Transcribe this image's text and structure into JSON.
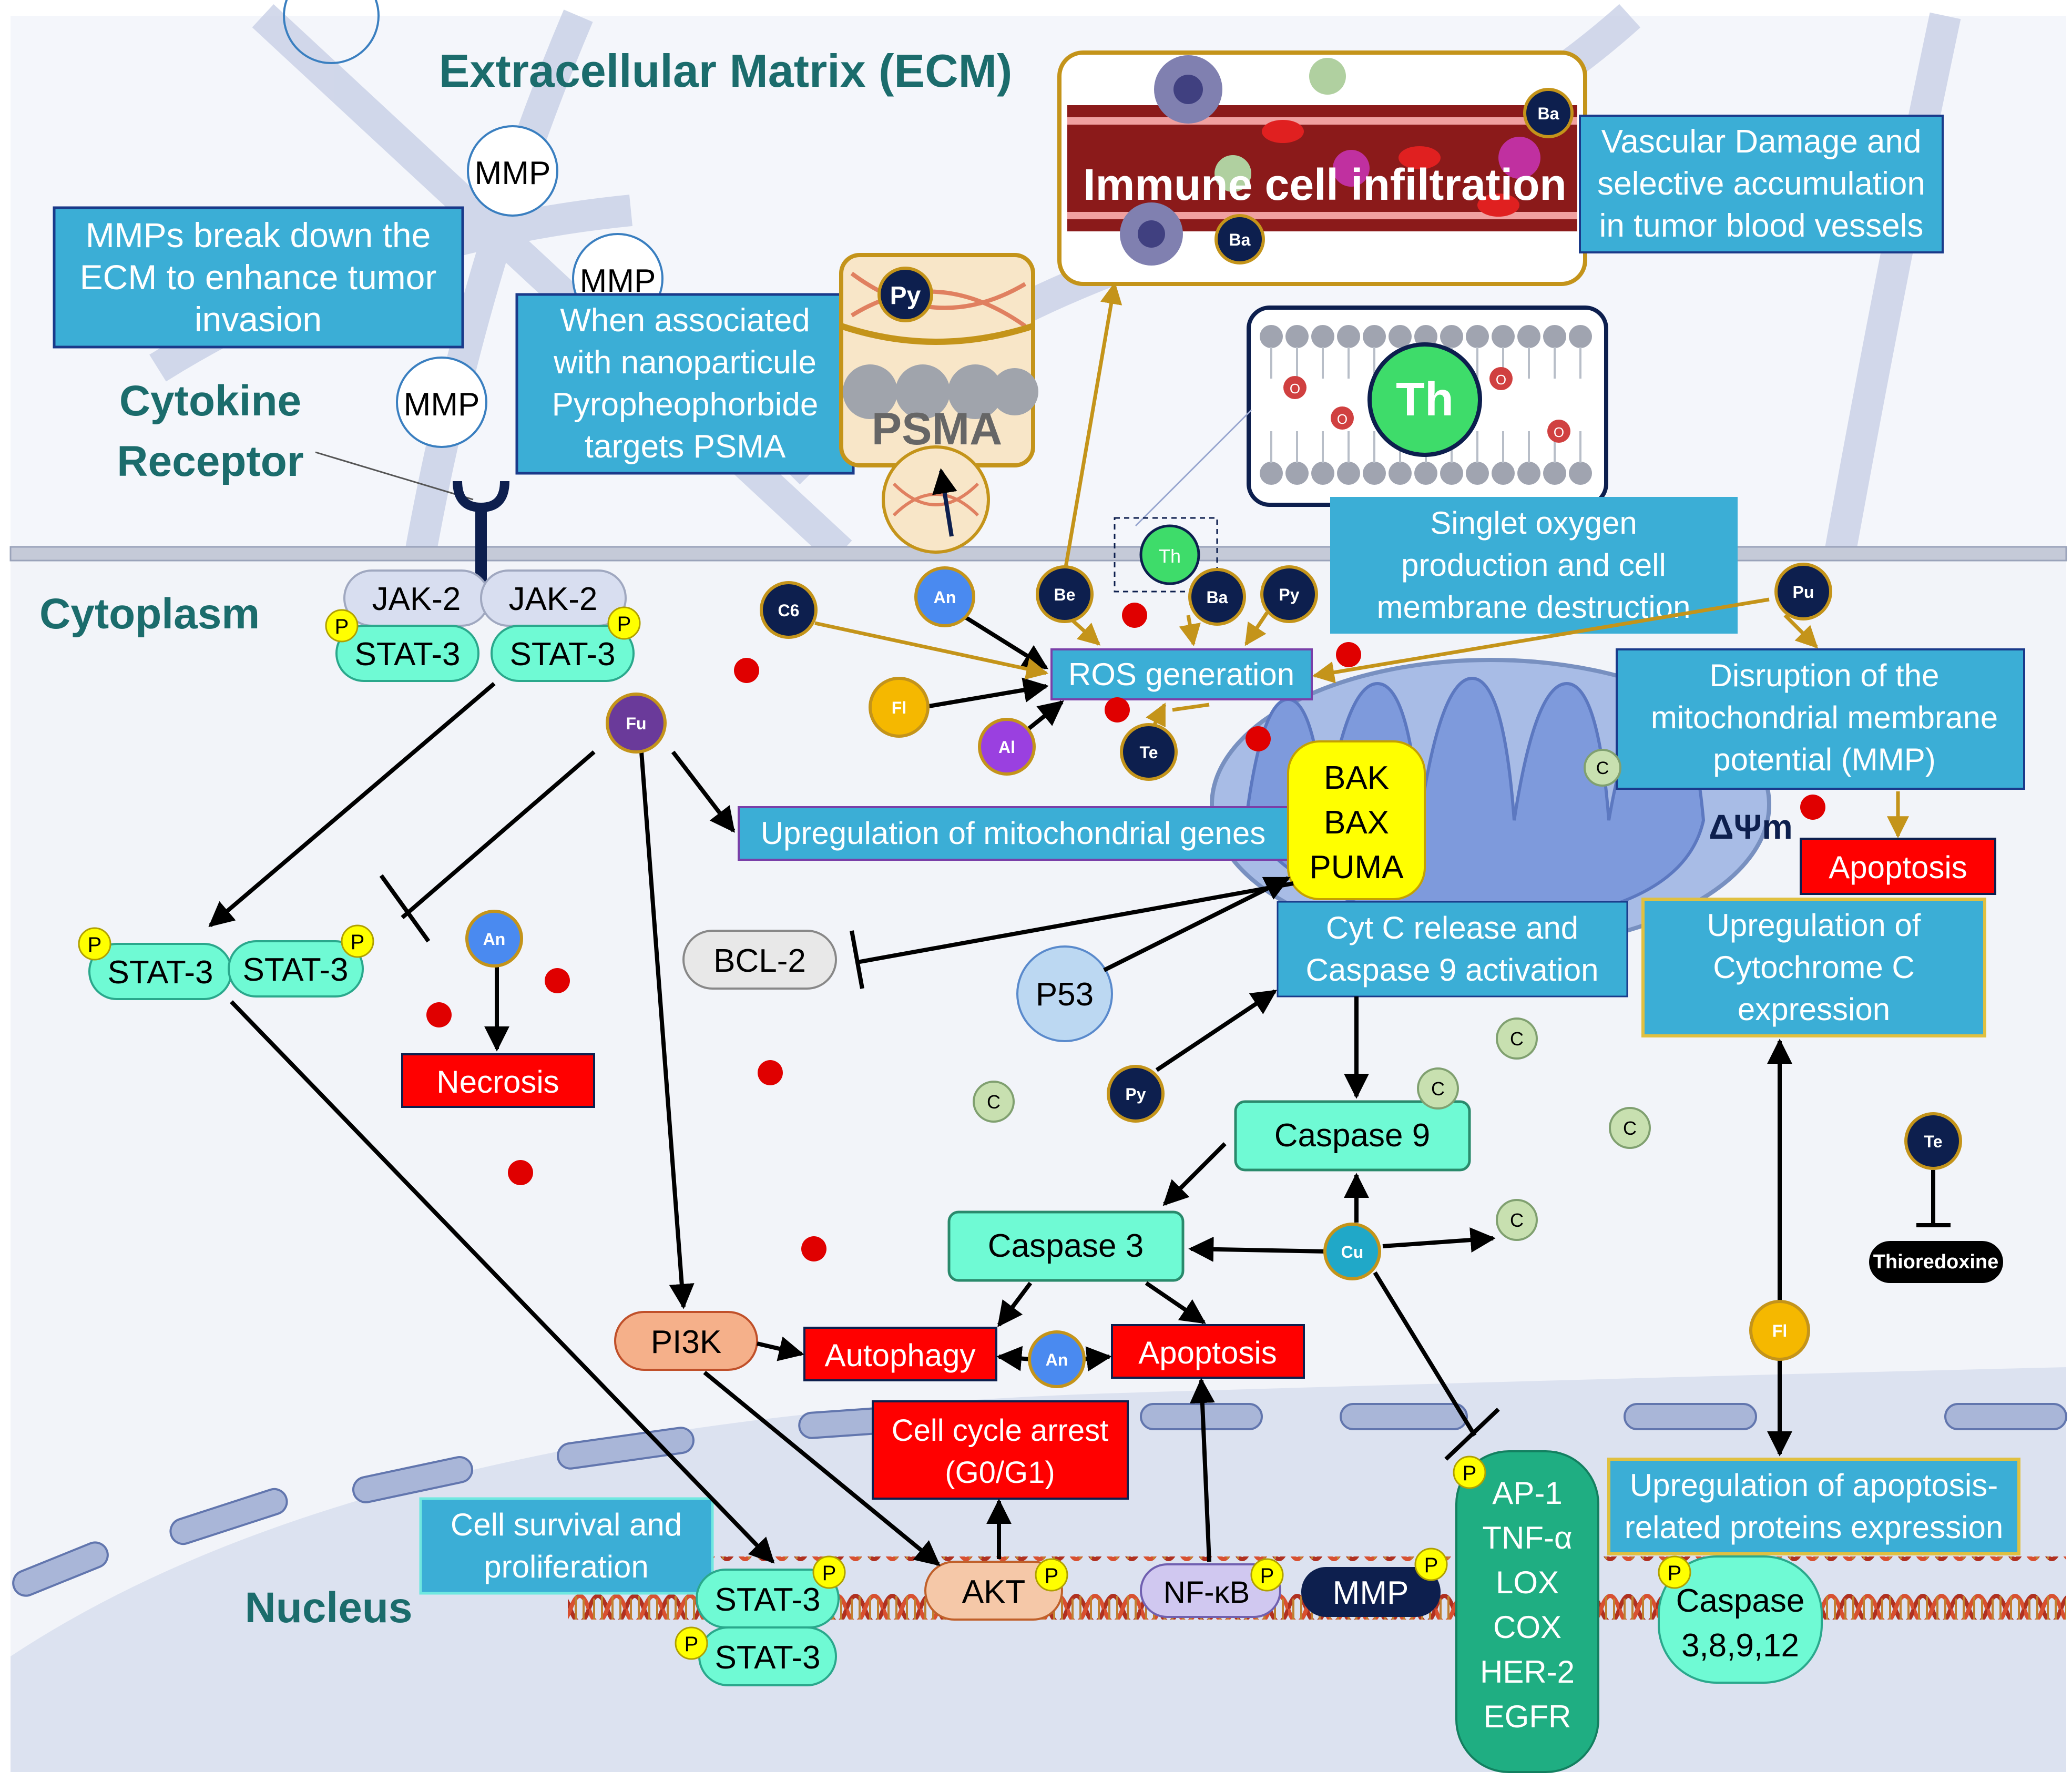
{
  "colors": {
    "box_blue": "#3BAED6",
    "stat_green": "#6FFAD4",
    "red_box": "#FF0000",
    "gold": "#C4941A",
    "navy": "#0D1F4E",
    "teal_heading": "#1B6C6C",
    "membrane": "#8EA0C6"
  },
  "regions": {
    "ecm": "Extracellular Matrix (ECM)",
    "cytokine": [
      "Cytokine",
      "Receptor"
    ],
    "cytoplasm": "Cytoplasm",
    "nucleus": "Nucleus"
  },
  "callouts": {
    "mmps": [
      "MMPs break down the",
      "ECM to enhance tumor",
      "invasion"
    ],
    "psma_note": [
      "When associated",
      "with nanoparticule",
      "Pyropheophorbide",
      "targets PSMA"
    ],
    "vascular": [
      "Vascular Damage and",
      "selective accumulation",
      "in tumor blood vessels"
    ],
    "singlet": [
      "Singlet oxygen",
      "production and cell",
      "membrane destruction"
    ],
    "disruption": [
      "Disruption of the",
      "mitochondrial membrane",
      "potential (MMP)"
    ],
    "cytc": [
      "Cyt C release and",
      "Caspase 9 activation"
    ],
    "cytochrome": [
      "Upregulation of",
      "Cytochrome C",
      "expression"
    ],
    "survival": [
      "Cell survival and",
      "proliferation"
    ],
    "apoptosis_proteins": [
      "Upregulation of apoptosis-",
      "related proteins expression"
    ]
  },
  "labels": {
    "mmp": "MMP",
    "immune": "Immune cell infiltration",
    "psma": "PSMA",
    "th": "Th",
    "o": "O",
    "jak2": "JAK-2",
    "stat3": "STAT-3",
    "p": "P",
    "ros": "ROS generation",
    "mito_genes": "Upregulation of mitochondrial genes",
    "bcl2": "BCL-2",
    "p53": "P53",
    "bak": [
      "BAK",
      "BAX",
      "PUMA"
    ],
    "dpsi": "ΔΨm",
    "apoptosis": "Apoptosis",
    "necrosis": "Necrosis",
    "caspase9": "Caspase 9",
    "caspase3": "Caspase 3",
    "pi3k": "PI3K",
    "autophagy": "Autophagy",
    "cell_cycle": [
      "Cell cycle arrest",
      "(G0/G1)"
    ],
    "akt": "AKT",
    "nfkb": "NF-κB",
    "ap1": [
      "AP-1",
      "TNF-α",
      "LOX",
      "COX",
      "HER-2",
      "EGFR"
    ],
    "caspase_multi": [
      "Caspase",
      "3,8,9,12"
    ],
    "thioredoxine": "Thioredoxine",
    "c": "C"
  },
  "compounds": {
    "py": "Py",
    "ba": "Ba",
    "be": "Be",
    "an": "An",
    "c6": "C6",
    "fl": "Fl",
    "al": "Al",
    "te": "Te",
    "fu": "Fu",
    "pu": "Pu",
    "cu": "Cu",
    "th": "Th"
  }
}
